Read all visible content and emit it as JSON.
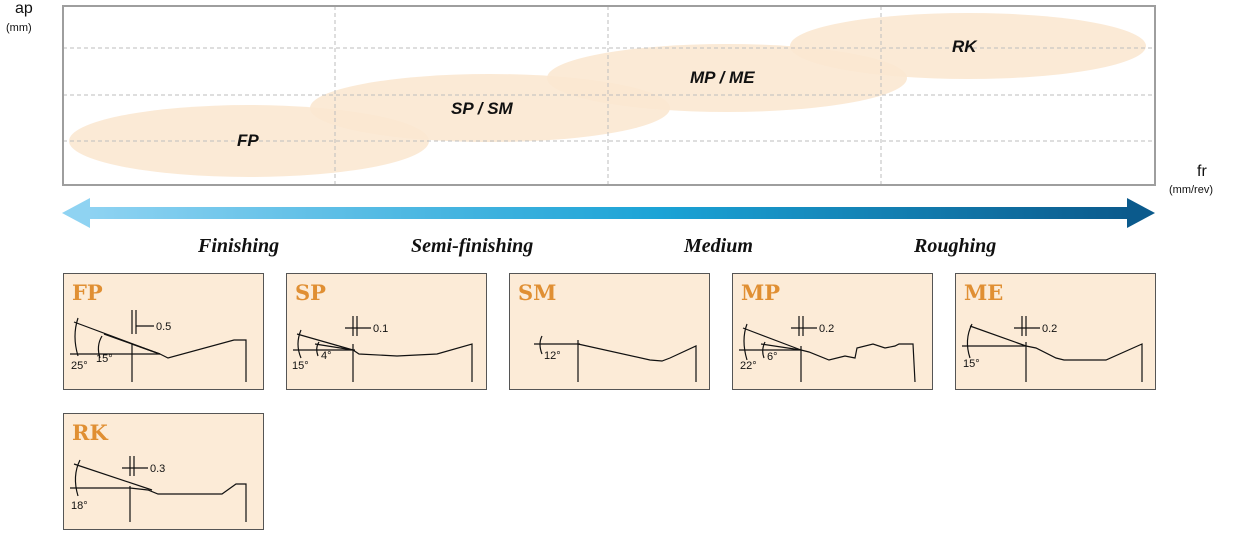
{
  "axes": {
    "y_label": "ap",
    "y_unit": "(mm)",
    "x_label": "fr",
    "x_unit": "(mm/rev)"
  },
  "regions": [
    "FP",
    "SP / SM",
    "MP / ME",
    "RK"
  ],
  "categories": [
    "Finishing",
    "Semi-finishing",
    "Medium",
    "Roughing"
  ],
  "colors": {
    "card_bg": "#fcebd7",
    "ellipse": "#fbe8d2",
    "title": "#e08f33",
    "arrow_start": "#8fd3f2",
    "arrow_mid": "#1ba3d6",
    "arrow_end": "#0b5a8c"
  },
  "cards": [
    {
      "title": "FP",
      "dim": "0.5",
      "angle1": "25°",
      "angle2": "15°"
    },
    {
      "title": "SP",
      "dim": "0.1",
      "angle1": "15°",
      "angle2": "4°"
    },
    {
      "title": "SM",
      "angle1": "12°"
    },
    {
      "title": "MP",
      "dim": "0.2",
      "angle1": "22°",
      "angle2": "6°"
    },
    {
      "title": "ME",
      "dim": "0.2",
      "angle1": "15°"
    },
    {
      "title": "RK",
      "dim": "0.3",
      "angle1": "18°"
    }
  ]
}
